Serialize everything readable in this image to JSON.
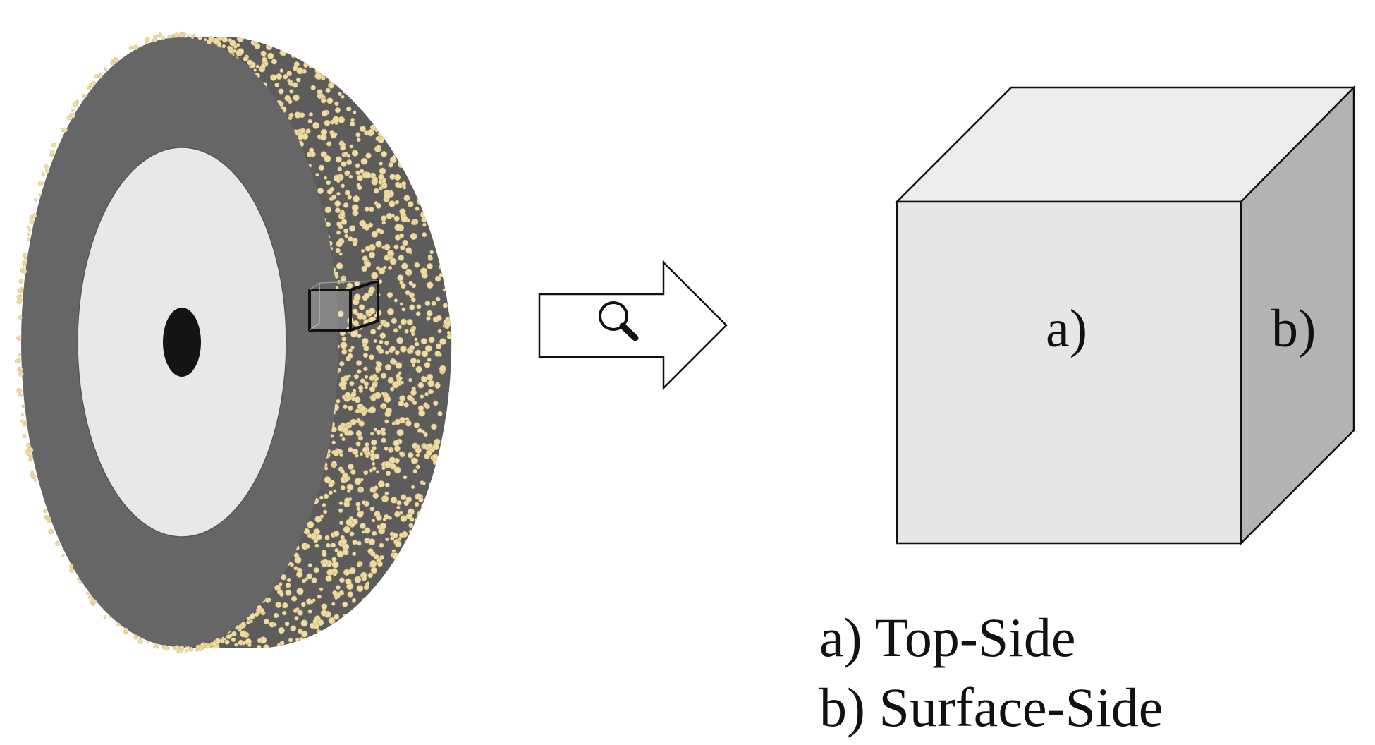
{
  "cube": {
    "front_label": "a)",
    "side_label": "b)"
  },
  "legend": {
    "line_a": "a) Top-Side",
    "line_b": "b) Surface-Side"
  },
  "colors": {
    "wheel_face": "#666666",
    "wheel_hub": "#e8e8e8",
    "wheel_hole": "#141414",
    "grit": "#efdca2",
    "grit_edge": "#c9b277",
    "cube_front": "#e6e6e6",
    "cube_top": "#ececec",
    "cube_side": "#b3b3b3",
    "outline": "#111111"
  },
  "icons": {
    "zoom": "magnifier-icon",
    "arrow": "arrow-right-icon"
  }
}
